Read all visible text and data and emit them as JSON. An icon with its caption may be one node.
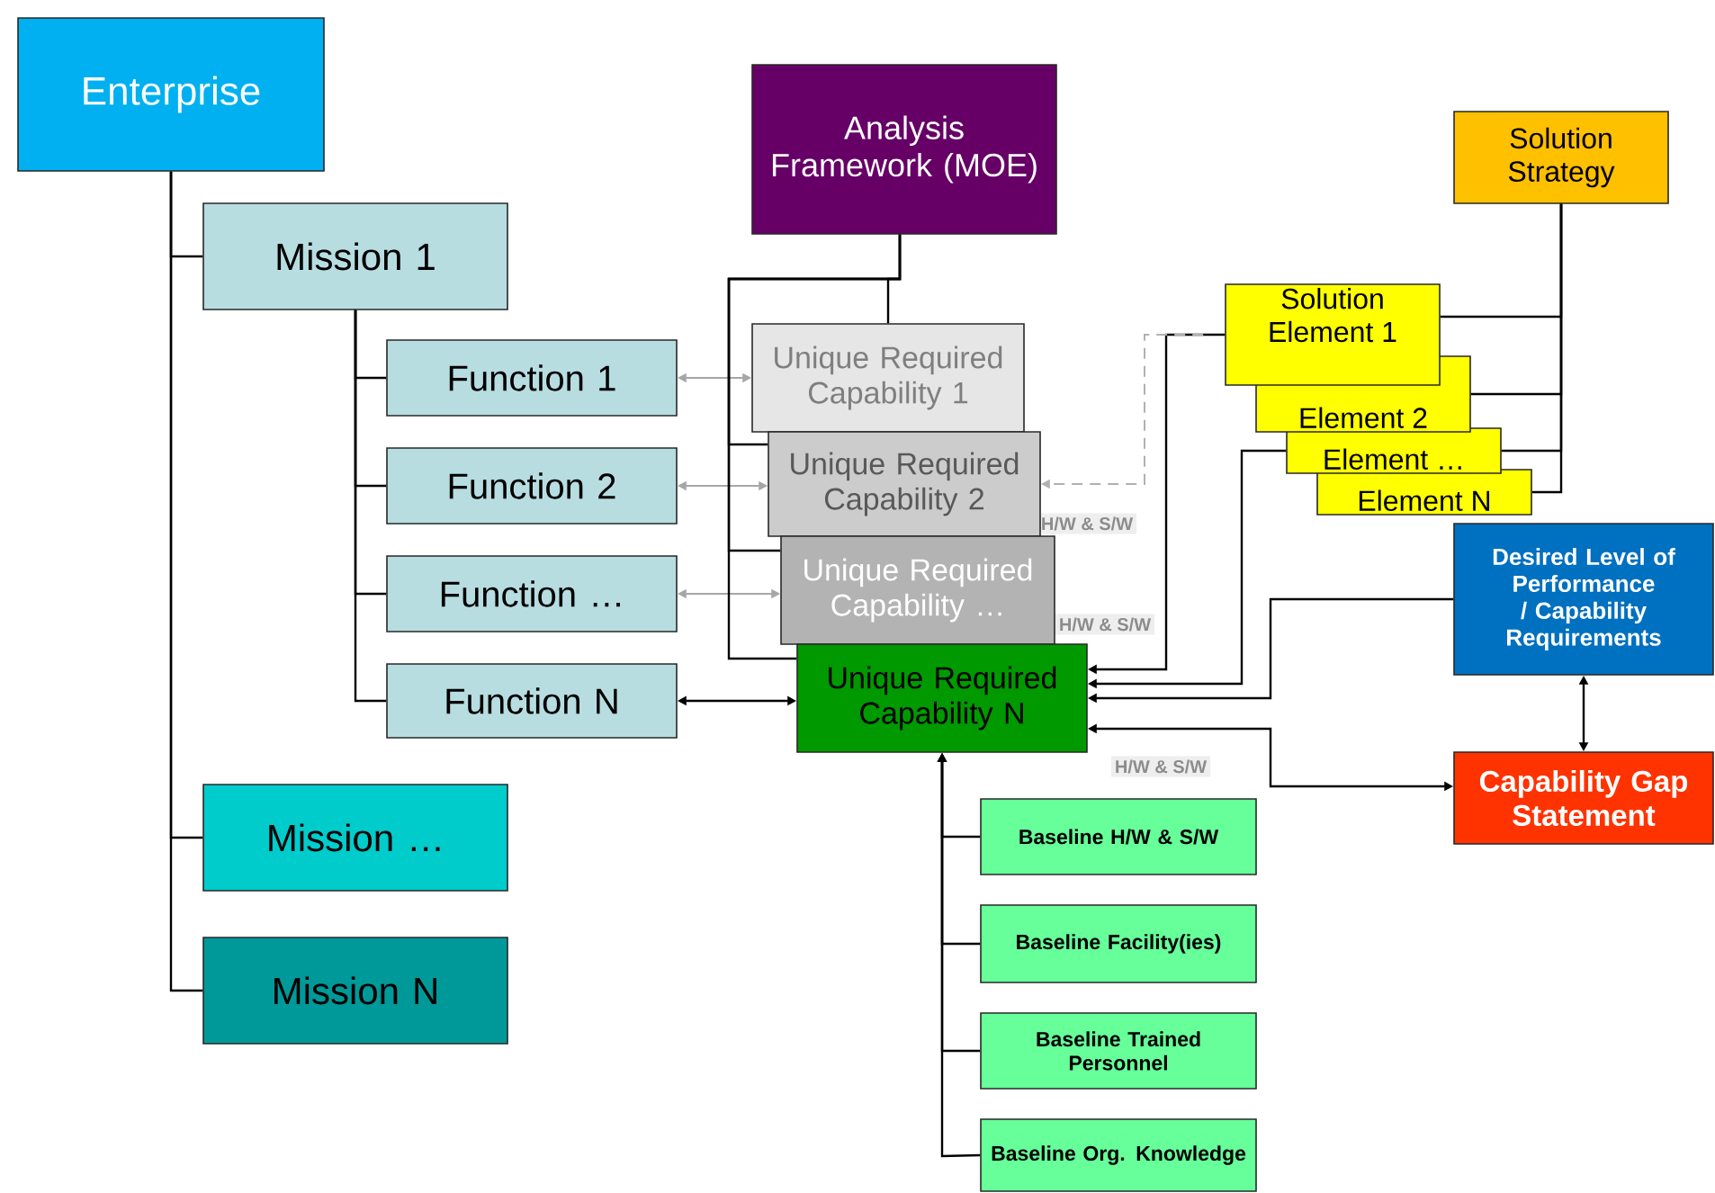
{
  "diagram": {
    "nodes": [
      {
        "text": [
          "Enterprise"
        ]
      },
      {
        "text": [
          "Mission 1"
        ]
      },
      {
        "text": [
          "Function 1"
        ]
      },
      {
        "text": [
          "Function 2"
        ]
      },
      {
        "text": [
          "Function …"
        ]
      },
      {
        "text": [
          "Function N"
        ]
      },
      {
        "text": [
          "Mission …"
        ]
      },
      {
        "text": [
          "Mission N"
        ]
      },
      {
        "text": [
          "Analysis Framework (MOE)"
        ]
      },
      {
        "text": [
          "Unique Required Capability 1"
        ]
      },
      {
        "text": [
          "Unique Required Capability 2"
        ]
      },
      {
        "text": [
          "Unique Required Capability …"
        ]
      },
      {
        "text": [
          "Unique Required Capability N"
        ]
      },
      {
        "text": [
          "Solution Strategy"
        ]
      },
      {
        "text": [
          "Solution Element 1"
        ]
      },
      {
        "text": [
          "Element 2"
        ]
      },
      {
        "text": [
          "Element …"
        ]
      },
      {
        "text": [
          "Element N"
        ]
      },
      {
        "text": [
          "Desired Level of Performance / Capability Requirements"
        ]
      },
      {
        "text": [
          "Capability Gap Statement"
        ]
      },
      {
        "text": [
          "Baseline H/W & S/W"
        ]
      },
      {
        "text": [
          "Baseline Facility(ies)"
        ]
      },
      {
        "text": [
          "Baseline Trained Personnel"
        ]
      },
      {
        "text": [
          "Baseline Org. Knowledge"
        ]
      }
    ],
    "edges": [
      {
        "from": 0,
        "to": 1,
        "arrow": "none"
      },
      {
        "from": 0,
        "to": 6,
        "arrow": "none"
      },
      {
        "from": 0,
        "to": 7,
        "arrow": "none"
      },
      {
        "from": 1,
        "to": 2,
        "arrow": "none"
      },
      {
        "from": 1,
        "to": 3,
        "arrow": "none"
      },
      {
        "from": 1,
        "to": 4,
        "arrow": "none"
      },
      {
        "from": 1,
        "to": 5,
        "arrow": "none"
      },
      {
        "from": 2,
        "to": 9,
        "arrow": "both",
        "color": "#a6a6a6"
      },
      {
        "from": 3,
        "to": 10,
        "arrow": "both",
        "color": "#a6a6a6"
      },
      {
        "from": 4,
        "to": 11,
        "arrow": "both",
        "color": "#a6a6a6"
      },
      {
        "from": 5,
        "to": 12,
        "arrow": "both"
      },
      {
        "from": 8,
        "to": 9,
        "arrow": "none"
      },
      {
        "from": 8,
        "to": 10,
        "arrow": "none"
      },
      {
        "from": 8,
        "to": 11,
        "arrow": "none"
      },
      {
        "from": 8,
        "to": 12,
        "arrow": "none"
      },
      {
        "from": 13,
        "to": 14,
        "arrow": "none"
      },
      {
        "from": 13,
        "to": 15,
        "arrow": "none"
      },
      {
        "from": 13,
        "to": 16,
        "arrow": "none"
      },
      {
        "from": 13,
        "to": 17,
        "arrow": "none"
      },
      {
        "from": 14,
        "to": 12,
        "arrow": "to"
      },
      {
        "from": 14,
        "to": 10,
        "arrow": "to",
        "style": "dashed",
        "color": "#b0b0b0"
      },
      {
        "from": 16,
        "to": 12,
        "arrow": "to"
      },
      {
        "from": 18,
        "to": 12,
        "arrow": "to"
      },
      {
        "from": 12,
        "to": 19,
        "arrow": "both"
      },
      {
        "from": 18,
        "to": 19,
        "arrow": "both"
      },
      {
        "from": 20,
        "to": 12,
        "arrow": "to"
      },
      {
        "from": 21,
        "to": 12,
        "arrow": "to"
      },
      {
        "from": 22,
        "to": 12,
        "arrow": "to"
      },
      {
        "from": 23,
        "to": 12,
        "arrow": "to"
      }
    ],
    "labels": [
      "H/W & S/W",
      "H/W & S/W",
      "H/W & S/W"
    ]
  }
}
